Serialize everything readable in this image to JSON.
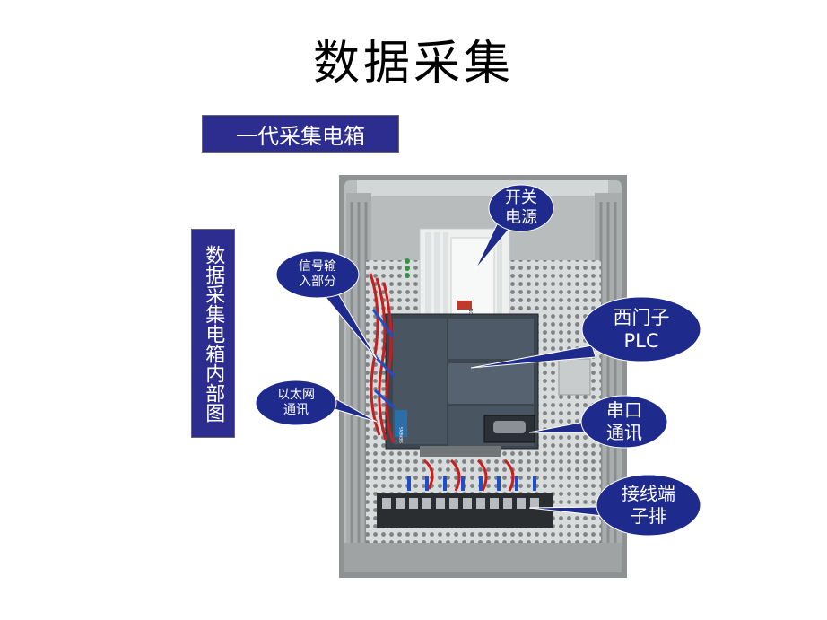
{
  "title": "数据采集",
  "subtitle": "一代采集电箱",
  "side_label": "数据采集电箱内部图",
  "callouts": {
    "switch_power": "开关\n电源",
    "signal_input": "信号输\n入部分",
    "siemens_plc": "西门子\nPLC",
    "ethernet": "以太网\n通讯",
    "serial": "串口\n通讯",
    "terminal_block": "接线端\n子排"
  },
  "photo_labels": {
    "power_caution": "CAUTION",
    "plc_brand": "SIEMENS"
  },
  "colors": {
    "accent_box": "#2d2d8f",
    "callout_fill": "#1e2a8c"
  }
}
